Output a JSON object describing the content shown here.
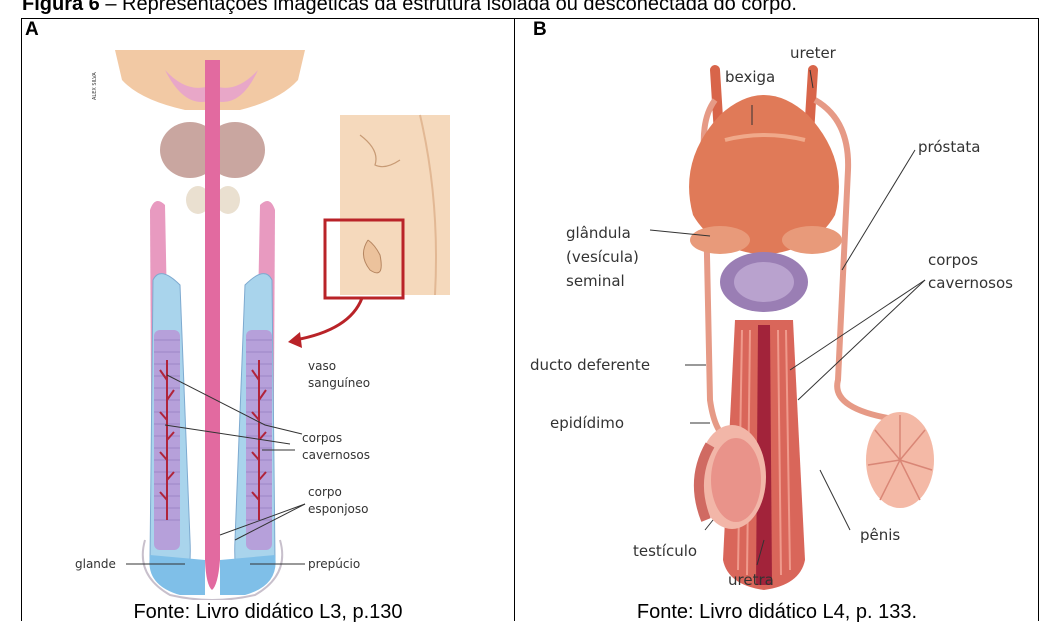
{
  "figure": {
    "title_bold": "Figura 6",
    "title_rest": " – Representações imagéticas da estrutura isolada ou desconectada do corpo."
  },
  "panel_a": {
    "letter": "A",
    "signature": "ALEX SILVA",
    "labels": {
      "vaso_1": "vaso",
      "vaso_2": "sanguíneo",
      "cav_1": "corpos",
      "cav_2": "cavernosos",
      "esp_1": "corpo",
      "esp_2": "esponjoso",
      "glande": "glande",
      "prepucio": "prepúcio"
    },
    "caption": "Fonte: Livro didático L3, p.130"
  },
  "panel_b": {
    "letter": "B",
    "labels": {
      "ureter": "ureter",
      "bexiga": "bexiga",
      "prostata": "próstata",
      "glandula_1": "glândula",
      "glandula_2": "(vesícula)",
      "glandula_3": "seminal",
      "corpos_1": "corpos",
      "corpos_2": "cavernosos",
      "ducto": "ducto deferente",
      "epididimo": "epidídimo",
      "testiculo": "testículo",
      "penis": "pênis",
      "uretra": "uretra"
    },
    "caption": "Fonte: Livro didático L4, p. 133."
  },
  "colors": {
    "skin": "#f2d0b0",
    "pink": "#e26aa0",
    "blue": "#a9d4ec",
    "violet": "#a98fd0",
    "vessel": "#b0243a",
    "frame_red": "#b92328",
    "organ": "#e07a58",
    "organ_dark": "#c45537"
  }
}
